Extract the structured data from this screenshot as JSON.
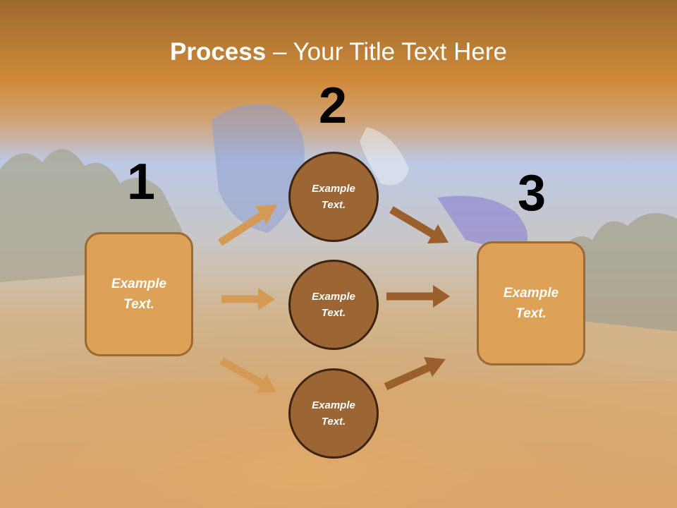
{
  "title": {
    "bold": "Process",
    "rest": " – Your Title Text Here"
  },
  "steps": {
    "one": {
      "number": "1",
      "text": "Example Text."
    },
    "two": {
      "number": "2"
    },
    "three": {
      "number": "3",
      "text": "Example Text."
    }
  },
  "circles": [
    {
      "text": "Example Text."
    },
    {
      "text": "Example Text."
    },
    {
      "text": "Example Text."
    }
  ],
  "colors": {
    "header_orange": "#cf8a3a",
    "box_fill": "#dda257",
    "box_border": "#9b6a35",
    "circle_fill": "#9b6534",
    "circle_border": "#3d2410",
    "arrow_light": "#d59a55",
    "arrow_dark": "#9a5f2c"
  }
}
